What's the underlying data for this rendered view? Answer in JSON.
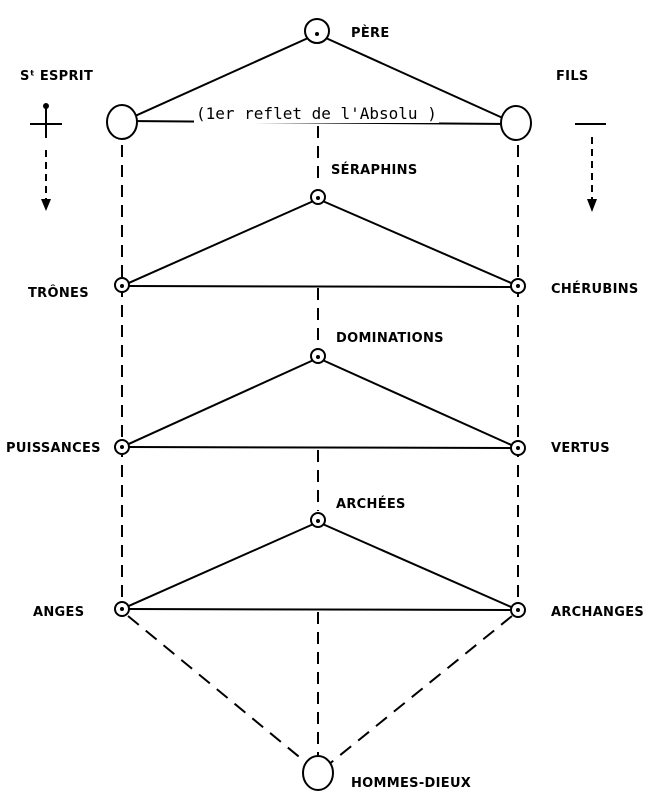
{
  "nodes": {
    "pere": "PÈRE",
    "st_esprit": "Sᵗ ESPRIT",
    "fils": "FILS",
    "seraphins": "SÉRAPHINS",
    "trones": "TRÔNES",
    "cherubins": "CHÉRUBINS",
    "dominations": "DOMINATIONS",
    "puissances": "PUISSANCES",
    "vertus": "VERTUS",
    "archees": "ARCHÉES",
    "anges": "ANGES",
    "archanges": "ARCHANGES",
    "hommes_dieux": "HOMMES-DIEUX"
  },
  "annotation": "(1er reflet de l'Absolu )"
}
